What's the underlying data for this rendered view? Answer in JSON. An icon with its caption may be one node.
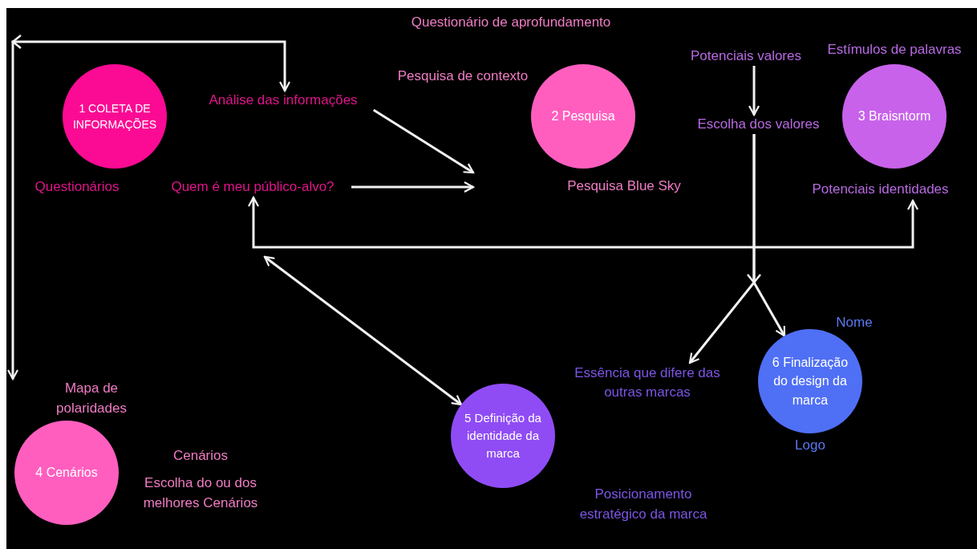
{
  "diagram": {
    "nodes": [
      {
        "text": [
          "1 COLETA DE INFORMAÇÕES"
        ]
      },
      {
        "text": [
          "2 Pesquisa"
        ],
        "beside": [
          "Pesquisa Blue Sky"
        ]
      },
      {
        "text": [
          "3 Braisntorm"
        ],
        "beside": [
          "Potenciais identidades"
        ]
      },
      {
        "text": [
          "4 Cenários"
        ],
        "beside": [
          "Mapa de polaridades"
        ]
      },
      {
        "text": [
          "5 Definição da identidade da marca"
        ]
      },
      {
        "text": [
          "6 Finalização do design da marca"
        ],
        "beside": [
          "Nome",
          "Logo"
        ]
      },
      {
        "text": [
          "Análise das informações"
        ]
      },
      {
        "text": [
          "Quem é meu público-alvo?"
        ]
      },
      {
        "text": [
          "Potenciais valores"
        ]
      },
      {
        "text": [
          "Escolha dos valores"
        ]
      },
      {
        "text": [
          "Essência que difere das outras marcas"
        ]
      }
    ],
    "edges": [
      {
        "from": 7,
        "to": 2,
        "arrow": "both"
      },
      {
        "from": null,
        "to": 4,
        "arrow": "both"
      },
      {
        "from": 6,
        "to": 1,
        "arrow": "to"
      },
      {
        "from": 7,
        "to": 1,
        "arrow": "to"
      },
      {
        "from": 6,
        "to": 3,
        "arrow": "both"
      },
      {
        "from": 8,
        "to": 9,
        "arrow": "to"
      },
      {
        "from": 9,
        "to": 10,
        "arrow": "to"
      },
      {
        "from": 9,
        "to": 5,
        "arrow": "to"
      }
    ],
    "labels": [
      "Questionário de aprofundamento",
      "Pesquisa de contexto",
      "Estímulos de palavras",
      "Questionários",
      "Cenários",
      "Escolha do ou dos melhores Cenários",
      "Posicionamento estratégico da marca"
    ]
  }
}
